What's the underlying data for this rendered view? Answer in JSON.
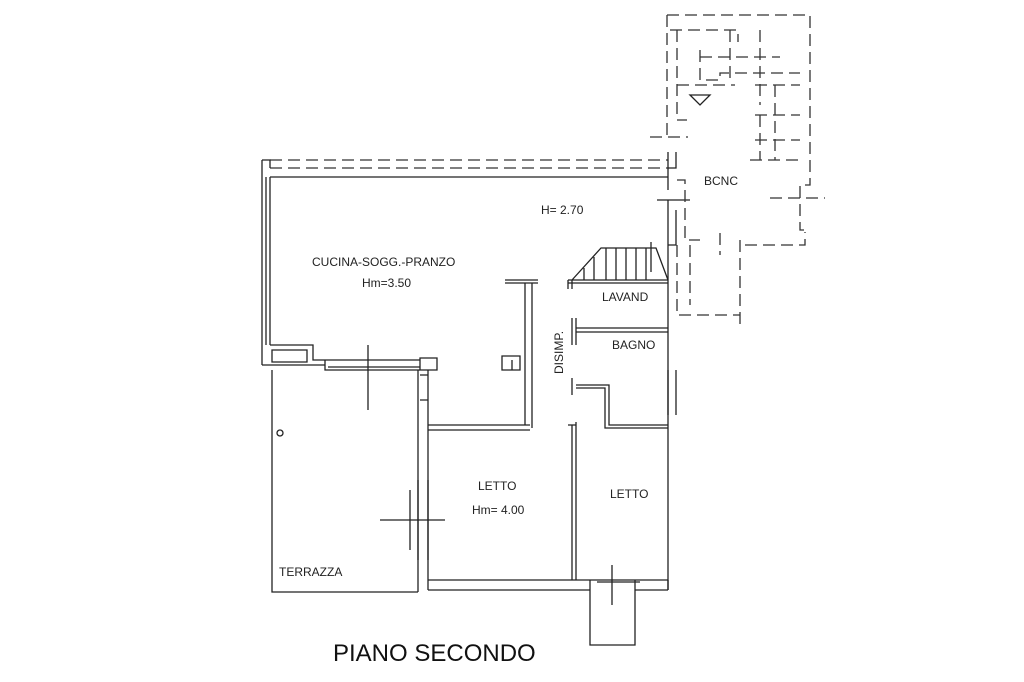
{
  "plan": {
    "title": "PIANO SECONDO",
    "rooms": {
      "kitchen": "CUCINA-SOGG.-PRANZO",
      "kitchen_height": "Hm=3.50",
      "stair_height": "H= 2.70",
      "laundry": "LAVAND",
      "bathroom": "BAGNO",
      "hall": "DISIMP.",
      "bedroom1": "LETTO",
      "bedroom1_height": "Hm= 4.00",
      "bedroom2": "LETTO",
      "terrace": "TERRAZZA",
      "common": "BCNC"
    }
  }
}
